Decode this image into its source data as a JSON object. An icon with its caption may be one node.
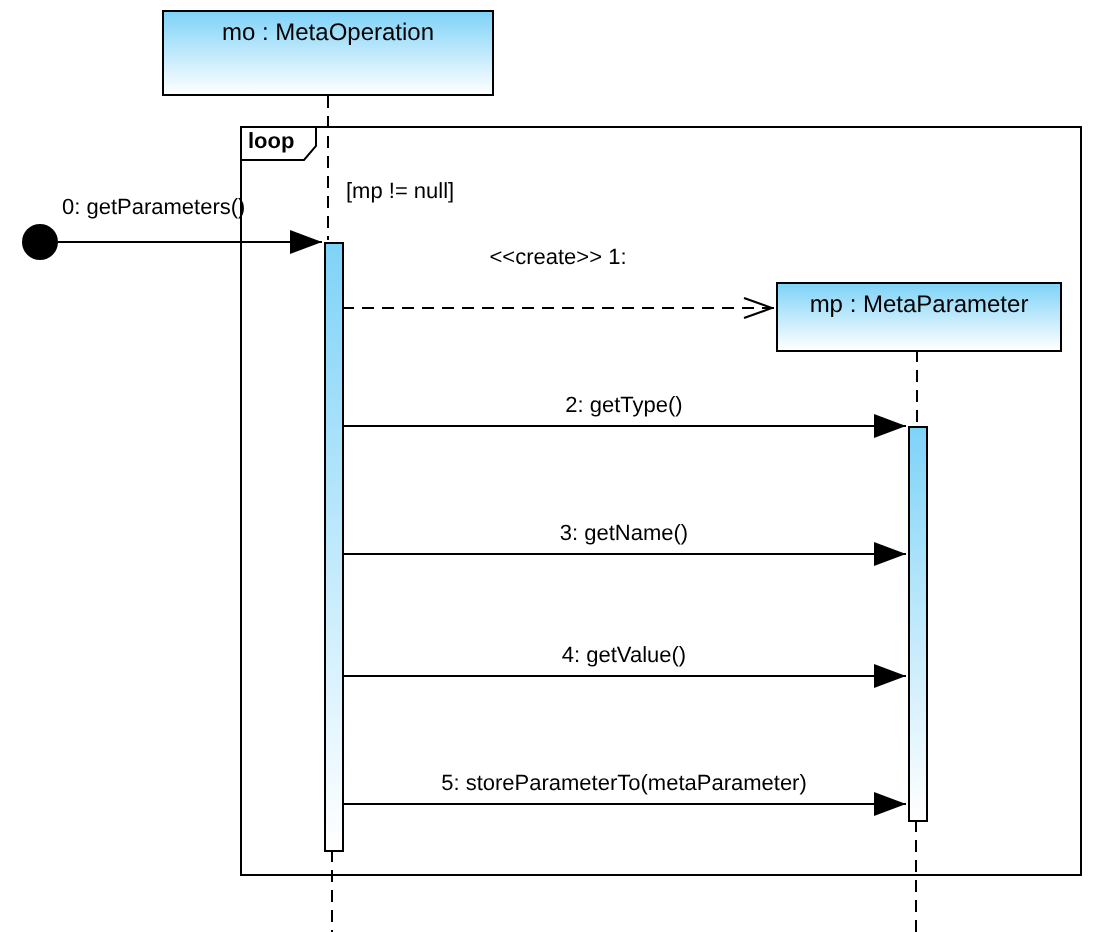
{
  "diagram": {
    "nodes": [
      {
        "text": [
          "mo : MetaOperation"
        ]
      },
      {
        "text": [
          "loop",
          "[mp != null]"
        ]
      },
      {
        "text": [],
        "shape": "circle"
      },
      {
        "text": [],
        "shape": "bar",
        "in": 1
      },
      {
        "text": [
          "mp : MetaParameter"
        ],
        "in": 1
      },
      {
        "text": [],
        "shape": "bar",
        "in": 1
      }
    ],
    "edges": [
      {
        "from": 0,
        "to": 3,
        "arrow": "none",
        "style": "dashed"
      },
      {
        "from": 3,
        "to": null,
        "arrow": "none",
        "style": "dashed"
      },
      {
        "from": 4,
        "to": 5,
        "arrow": "none",
        "style": "dashed"
      },
      {
        "from": 5,
        "to": null,
        "arrow": "none",
        "style": "dashed"
      },
      {
        "from": 2,
        "to": 3,
        "arrow": "to",
        "label": "0: getParameters()"
      },
      {
        "from": 3,
        "to": 4,
        "arrow": "to",
        "label": "<<create>> 1:",
        "style": "dashed"
      },
      {
        "from": 3,
        "to": 5,
        "arrow": "to",
        "label": "2: getType()"
      },
      {
        "from": 3,
        "to": 5,
        "arrow": "to",
        "label": "3: getName()"
      },
      {
        "from": 3,
        "to": 5,
        "arrow": "to",
        "label": "4: getValue()"
      },
      {
        "from": 3,
        "to": 5,
        "arrow": "to",
        "label": "5: storeParameterTo(metaParameter)"
      }
    ]
  }
}
